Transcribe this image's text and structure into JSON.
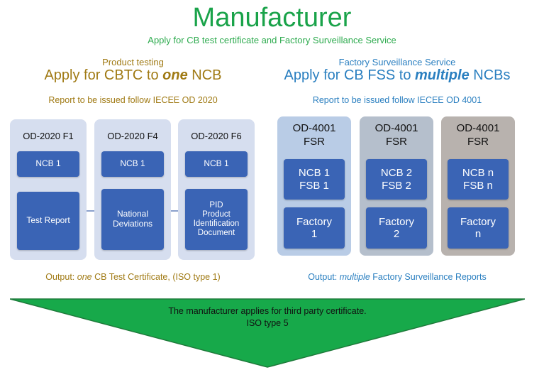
{
  "title": "Manufacturer",
  "subtitle": "Apply for CB test certificate and Factory Surveillance Service",
  "left_panel": {
    "small_heading": "Product testing",
    "heading_pre": "Apply for CBTC to ",
    "heading_em": "one",
    "heading_post": " NCB",
    "report_line": "Report to be issued follow IECEE OD 2020",
    "columns": [
      {
        "header": "OD-2020 F1",
        "ncb": "NCB 1",
        "doc": "Test Report"
      },
      {
        "header": "OD-2020 F4",
        "ncb": "NCB 1",
        "doc": "National Deviations"
      },
      {
        "header": "OD-2020 F6",
        "ncb": "NCB 1",
        "doc_line1": "PID",
        "doc_line2": "Product Identification Document"
      }
    ],
    "output_pre": "Output: ",
    "output_em": "one",
    "output_post": " CB Test Certificate, (ISO type 1)"
  },
  "right_panel": {
    "small_heading": "Factory Surveillance Service",
    "heading_pre": "Apply for CB FSS to ",
    "heading_em": "multiple",
    "heading_post": " NCBs",
    "report_line": "Report to be issued follow IECEE OD 4001",
    "columns": [
      {
        "header_line1": "OD-4001",
        "header_line2": "FSR",
        "ncb_line1": "NCB 1",
        "ncb_line2": "FSB 1",
        "factory_line1": "Factory",
        "factory_line2": "1",
        "bg": "#b9cce6"
      },
      {
        "header_line1": "OD-4001",
        "header_line2": "FSR",
        "ncb_line1": "NCB 2",
        "ncb_line2": "FSB 2",
        "factory_line1": "Factory",
        "factory_line2": "2",
        "bg": "#b5bfcc"
      },
      {
        "header_line1": "OD-4001",
        "header_line2": "FSR",
        "ncb_line1": "NCB n",
        "ncb_line2": "FSB n",
        "factory_line1": "Factory",
        "factory_line2": "n",
        "bg": "#b8b2ae"
      }
    ],
    "output_pre": "Output: ",
    "output_em": "multiple",
    "output_post": " Factory Surveillance Reports"
  },
  "bottom": {
    "line1": "The manufacturer applies for third party certificate.",
    "line2": "ISO type 5"
  },
  "colors": {
    "title_green": "#1aa34a",
    "gold": "#a07a14",
    "blue_text": "#2a7fc0",
    "box_blue": "#3a64b5",
    "arrow_green": "#17a94a"
  }
}
